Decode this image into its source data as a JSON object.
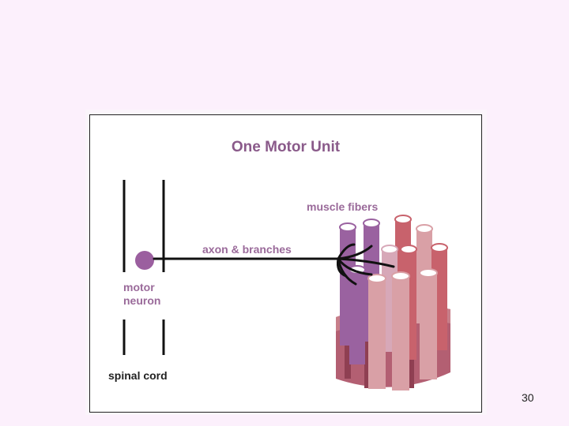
{
  "diagram": {
    "title": "One Motor Unit",
    "labels": {
      "muscle_fibers": "muscle fibers",
      "axon_branches": "axon & branches",
      "motor_neuron_line1": "motor",
      "motor_neuron_line2": "neuron",
      "spinal_cord": "spinal cord"
    },
    "colors": {
      "neuron": "#9b5f9f",
      "fiber_purple": "#9a62a0",
      "fiber_red": "#c8626c",
      "fiber_pink": "#d9a0a6",
      "label": "#9a6a9a"
    }
  },
  "slide": {
    "number": "30"
  }
}
